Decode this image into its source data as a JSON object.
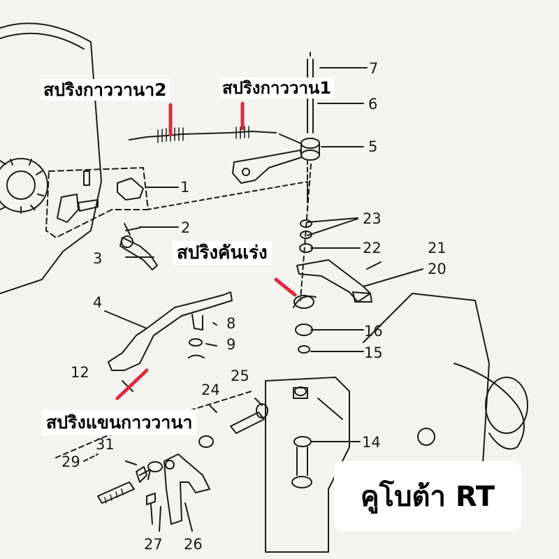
{
  "labels": {
    "spring_governor_2": "สปริงกาววานา2",
    "spring_governor_1": "สปริงกาววาน1",
    "spring_throttle": "สปริงคันเร่ง",
    "spring_governor_arm": "สปริงแขนกาววานา",
    "brand": "คูโบต้า RT"
  },
  "part_numbers": [
    "1",
    "2",
    "3",
    "4",
    "5",
    "6",
    "7",
    "8",
    "9",
    "12",
    "14",
    "15",
    "16",
    "20",
    "21",
    "22",
    "23",
    "24",
    "25",
    "26",
    "27",
    "29",
    "31"
  ],
  "colors": {
    "highlight": "#e0283c",
    "line": "#1a1a1a",
    "background": "#f3f3f0"
  }
}
